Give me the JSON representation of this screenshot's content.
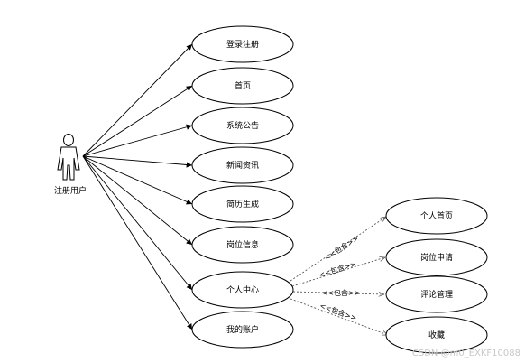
{
  "actor": {
    "label": "注册用户"
  },
  "use_cases": [
    {
      "id": "login",
      "label": "登录注册"
    },
    {
      "id": "home",
      "label": "首页"
    },
    {
      "id": "notice",
      "label": "系统公告"
    },
    {
      "id": "news",
      "label": "新闻资讯"
    },
    {
      "id": "resume",
      "label": "简历生成"
    },
    {
      "id": "jobs",
      "label": "岗位信息"
    },
    {
      "id": "personal",
      "label": "个人中心"
    },
    {
      "id": "account",
      "label": "我的账户"
    }
  ],
  "included_use_cases": [
    {
      "id": "personal-home",
      "label": "个人首页"
    },
    {
      "id": "job-apply",
      "label": "岗位申请"
    },
    {
      "id": "comment-manage",
      "label": "评论管理"
    },
    {
      "id": "favorites",
      "label": "收藏"
    }
  ],
  "include_label": "<<包含>>",
  "watermark": "CSDN @m0_EXKF10088"
}
